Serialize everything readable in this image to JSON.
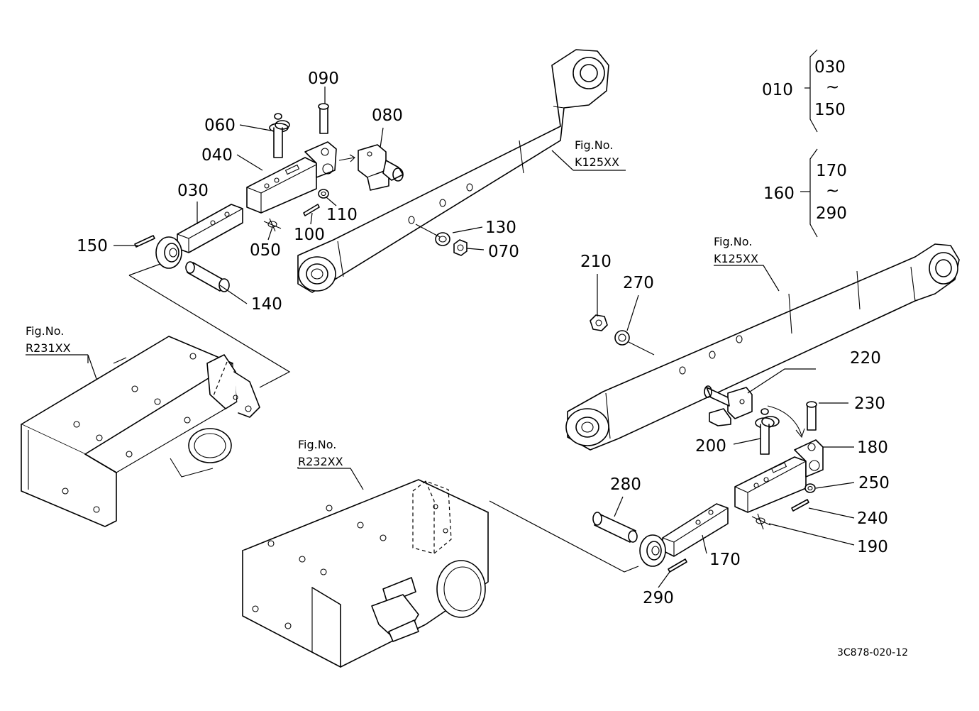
{
  "parts": {
    "p010": "010",
    "p030": "030",
    "p040": "040",
    "p050": "050",
    "p060": "060",
    "p070": "070",
    "p080": "080",
    "p090": "090",
    "p100": "100",
    "p110": "110",
    "p130": "130",
    "p140": "140",
    "p150": "150",
    "p160": "160",
    "p170": "170",
    "p180": "180",
    "p190": "190",
    "p200": "200",
    "p210": "210",
    "p220": "220",
    "p230": "230",
    "p240": "240",
    "p250": "250",
    "p270": "270",
    "p280": "280",
    "p290": "290"
  },
  "groups": [
    {
      "parent": "010",
      "from": "030",
      "tilde": "~",
      "to": "150"
    },
    {
      "parent": "160",
      "from": "170",
      "tilde": "~",
      "to": "290"
    }
  ],
  "figrefs": {
    "label": "Fig.No.",
    "k125_left": "K125XX",
    "k125_right": "K125XX",
    "r231": "R231XX",
    "r232": "R232XX"
  },
  "drawing_code": "3C878-020-12"
}
